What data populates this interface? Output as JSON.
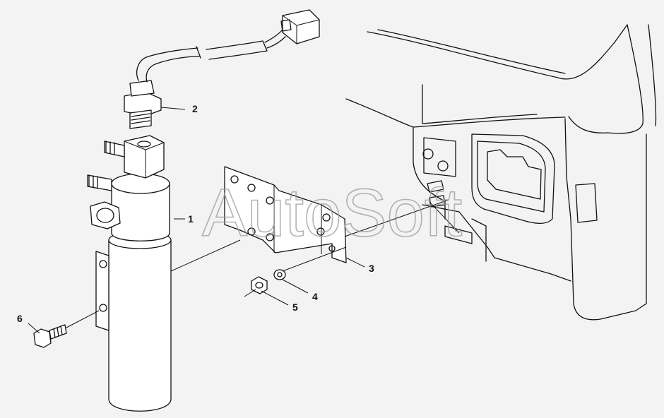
{
  "diagram": {
    "watermark": "AutoSoft",
    "callouts": [
      {
        "id": "1",
        "text": "1"
      },
      {
        "id": "2",
        "text": "2"
      },
      {
        "id": "3",
        "text": "3"
      },
      {
        "id": "4",
        "text": "4"
      },
      {
        "id": "5",
        "text": "5"
      },
      {
        "id": "6",
        "text": "6"
      }
    ]
  },
  "colors": {
    "background": "#f3f3f3",
    "line": "#111111",
    "watermark": "#9a9a9a"
  }
}
